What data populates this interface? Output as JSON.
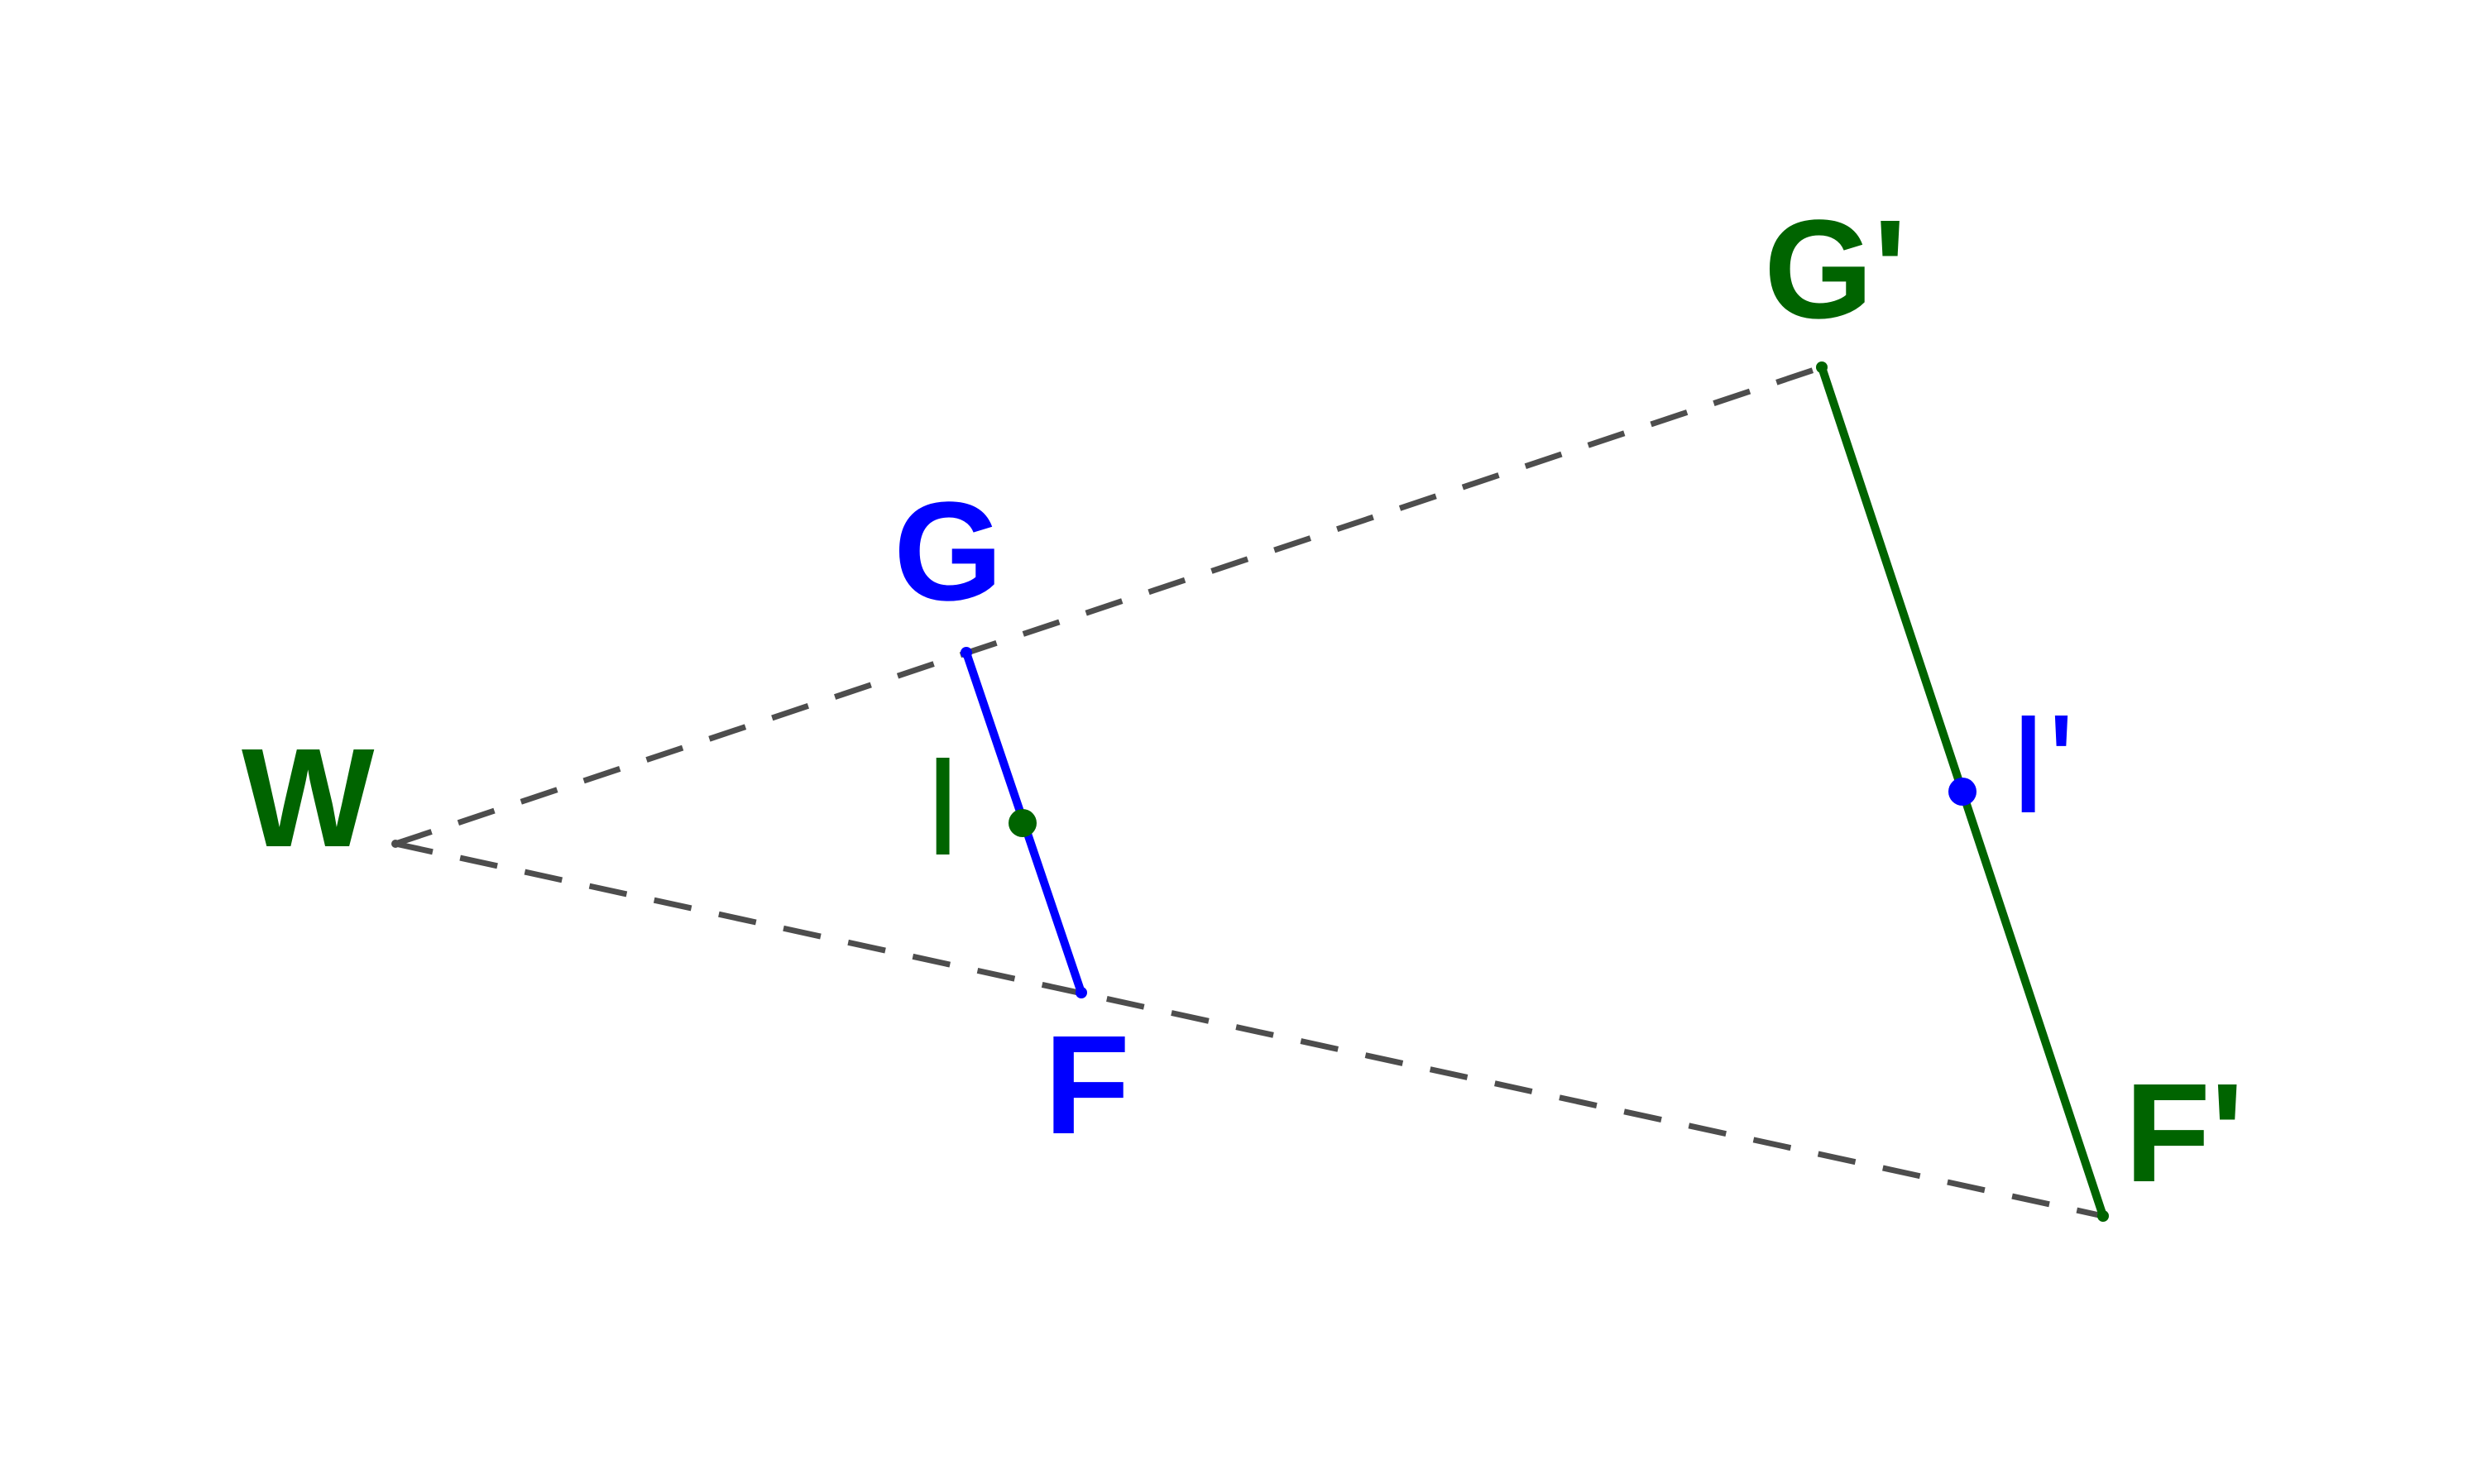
{
  "diagram": {
    "colors": {
      "original": "#0000ff",
      "image": "#006400",
      "ray": "#4d4d4d",
      "background": "#ffffff"
    },
    "labels": {
      "center": "W",
      "g": "G",
      "f": "F",
      "i": "I",
      "g_prime": "G'",
      "f_prime": "F'",
      "i_prime": "I'"
    }
  }
}
